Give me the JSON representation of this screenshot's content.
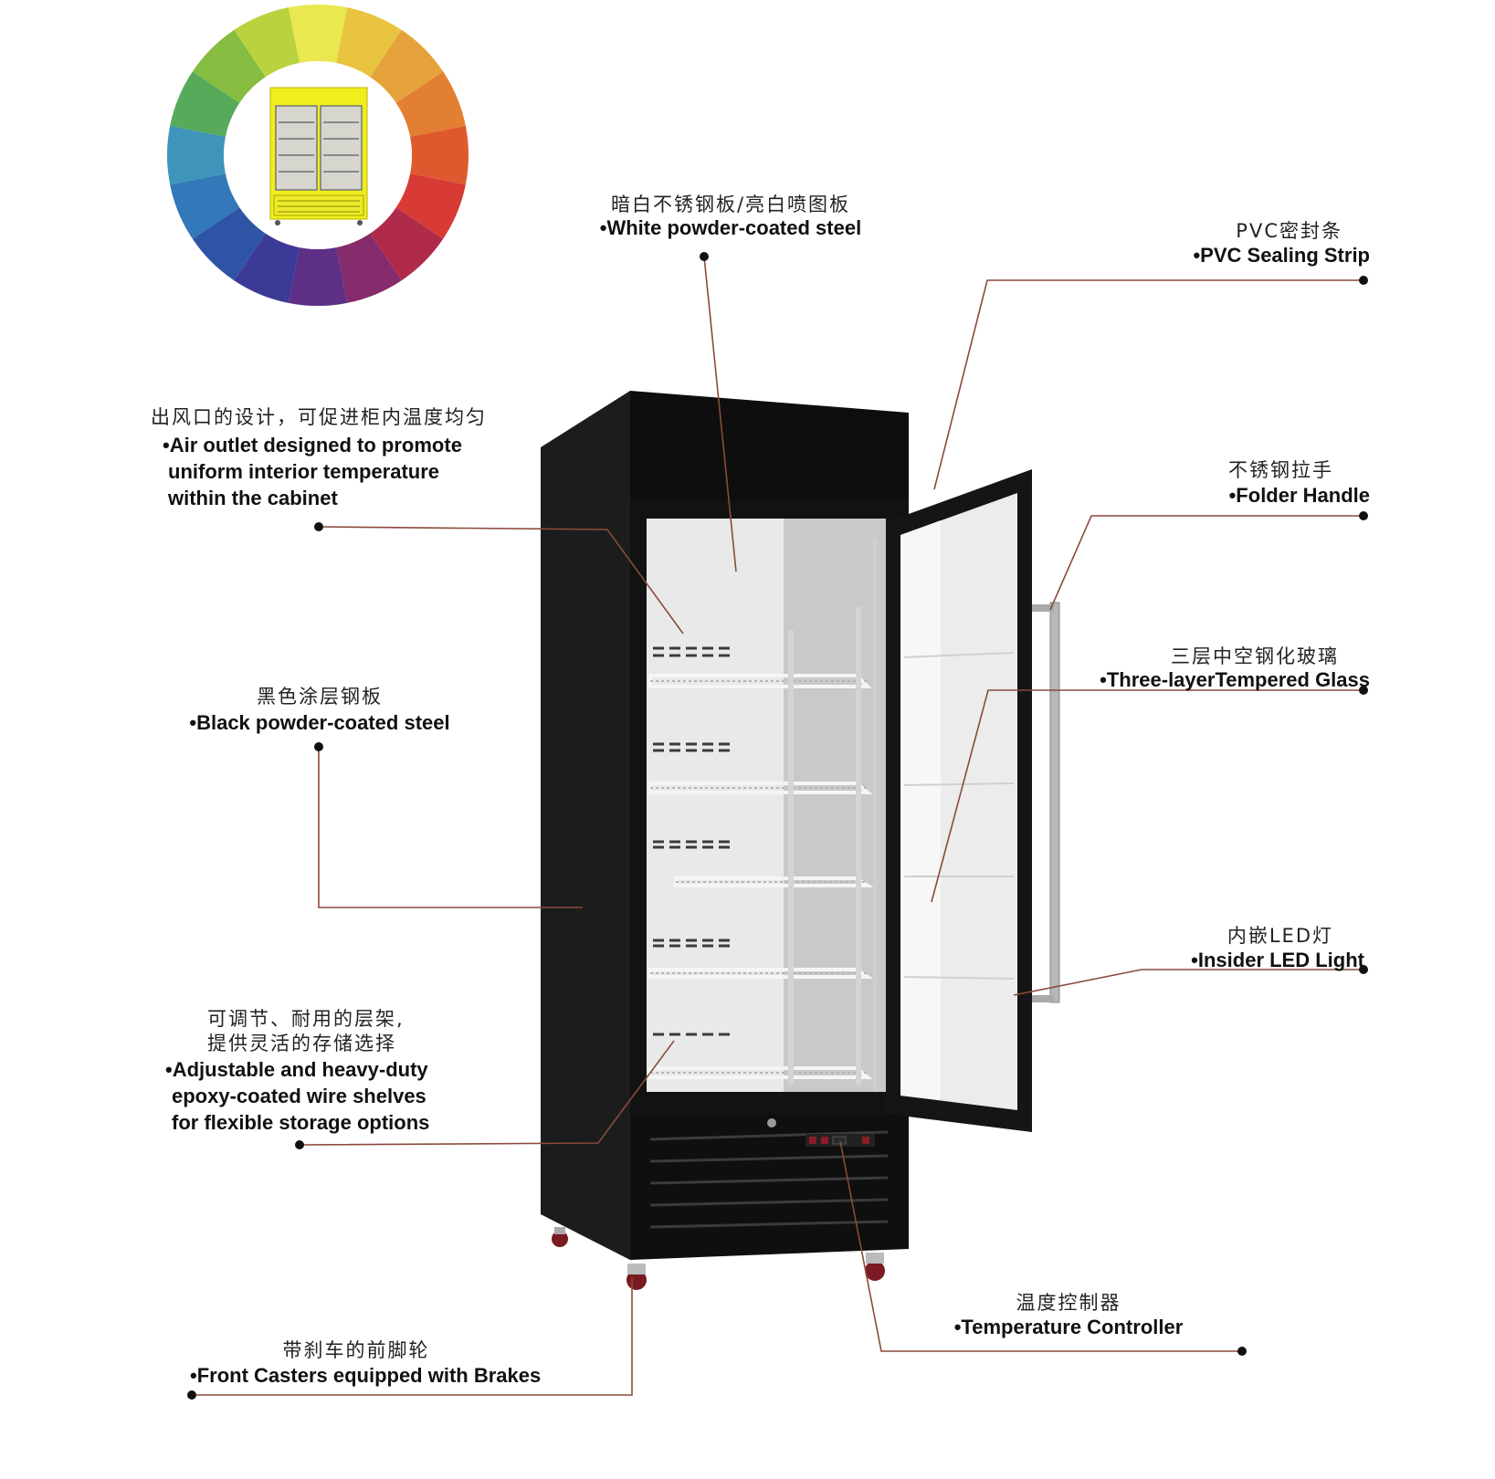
{
  "colors": {
    "leader_line": "#8a4b3a",
    "dot": "#111111",
    "cabinet": "#141414",
    "accent_yellow": "#f0ee1c"
  },
  "inset": {
    "name": "color-options-wheel",
    "segments": [
      "#e9e84e",
      "#e8c43f",
      "#e6a23a",
      "#e37f33",
      "#de5a2e",
      "#d83a35",
      "#b02a4a",
      "#862b6b",
      "#5d2f87",
      "#3b3a96",
      "#2f54a6",
      "#3378b8",
      "#3f94ba",
      "#57aa5a",
      "#86bc3f",
      "#b9d23f"
    ]
  },
  "callouts": {
    "white_steel": {
      "cn": "暗白不锈钢板/亮白喷图板",
      "en": "•White powder-coated steel"
    },
    "pvc_strip": {
      "cn": "PVC密封条",
      "en": "•PVC Sealing Strip"
    },
    "air_outlet": {
      "cn": "出风口的设计，可促进柜内温度均匀",
      "en1": "•Air outlet designed to promote",
      "en2": "uniform interior temperature",
      "en3": "within the cabinet"
    },
    "folder_handle": {
      "cn": "不锈钢拉手",
      "en": "•Folder Handle"
    },
    "glass": {
      "cn": "三层中空钢化玻璃",
      "en": "•Three-layerTempered Glass"
    },
    "black_steel": {
      "cn": "黑色涂层钢板",
      "en": "•Black powder-coated steel"
    },
    "led_light": {
      "cn": "内嵌LED灯",
      "en": "•Insider LED Light"
    },
    "shelves": {
      "cn1": "可调节、耐用的层架,",
      "cn2": "提供灵活的存储选择",
      "en1": "•Adjustable and heavy-duty",
      "en2": "epoxy-coated wire shelves",
      "en3": "for flexible storage options"
    },
    "temp_controller": {
      "cn": "温度控制器",
      "en": "•Temperature Controller"
    },
    "casters": {
      "cn": "带刹车的前脚轮",
      "en": "•Front Casters equipped with Brakes"
    }
  }
}
